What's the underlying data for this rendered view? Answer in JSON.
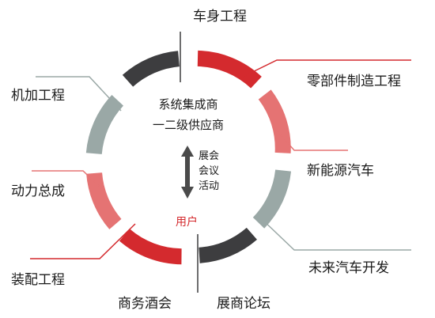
{
  "center": {
    "line1": "系统集成商",
    "line2": "一二级供应商",
    "events": [
      "展会",
      "会议",
      "活动"
    ],
    "user_label": "用户"
  },
  "segments": [
    {
      "label": "车身工程",
      "color": "#3d3d3f"
    },
    {
      "label": "零部件制造工程",
      "color": "#d42a2e"
    },
    {
      "label": "新能源汽车",
      "color": "#e57373"
    },
    {
      "label": "未来汽车开发",
      "color": "#9aa8a6"
    },
    {
      "label": "展商论坛",
      "color": "#3d3d3f"
    },
    {
      "label": "商务酒会",
      "color": "#d42a2e"
    },
    {
      "label": "装配工程",
      "color": "#d42a2e"
    },
    {
      "label": "动力总成",
      "color": "#e57373"
    },
    {
      "label": "机加工程",
      "color": "#9aa8a6"
    }
  ],
  "colors": {
    "dark": "#3d3d3f",
    "red": "#d42a2e",
    "pink": "#e57373",
    "gray": "#9aa8a6",
    "arrow": "#4a4a4a",
    "text": "#1a1a1a",
    "user_text": "#d42a2e"
  }
}
